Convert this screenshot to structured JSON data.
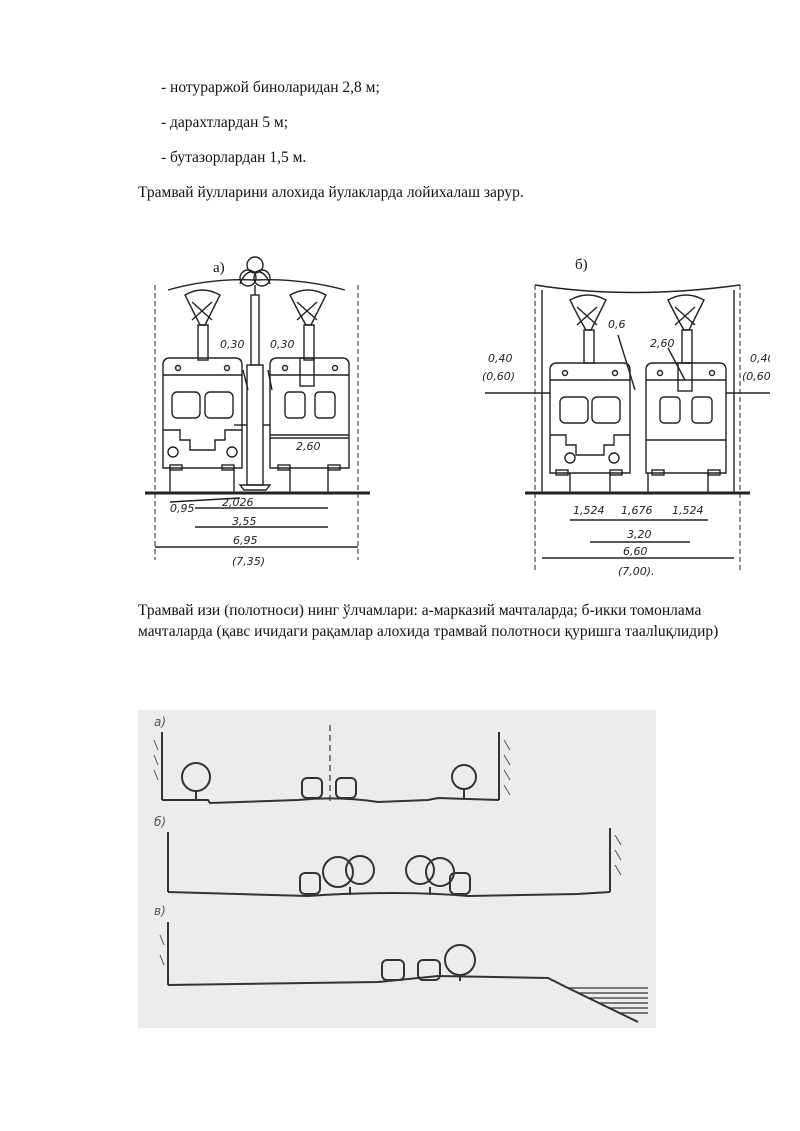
{
  "bullets": [
    "- нотураржой биноларидан 2,8 м;",
    "- дарахтлардан 5 м;",
    "- бутазорлардан 1,5 м."
  ],
  "sentence": "Трамвай йулларини алохида йулакларда лойихалаш зарур.",
  "figure1": {
    "label_a": "а)",
    "label_b": "б)",
    "dims_a": {
      "top_left": "0,30",
      "top_right": "0,30",
      "car_width": "2,60",
      "offset": "0,95",
      "gauge": "2,026",
      "span": "3,55",
      "total": "6,95",
      "total_separate": "(7,35)"
    },
    "dims_b": {
      "left_top": "0,40",
      "left_bottom": "(0,60)",
      "right_top": "0,40",
      "right_bottom": "(0,60)",
      "center": "0,6",
      "car_width": "2,60",
      "track_left": "1,524",
      "track_mid": "1,676",
      "track_right": "1,524",
      "span": "3,20",
      "total": "6,60",
      "total_separate": "(7,00)."
    }
  },
  "caption": "Трамвай изи (полотноси) нинг ўлчамлари: а-марказий мачталарда; б-икки томонлама мачталарда (қавс ичидаги рақамлар алохида трамвай полотноси қуришга таалluқлидир)",
  "figure2": {
    "labels": [
      "а)",
      "б)",
      "в)"
    ]
  }
}
